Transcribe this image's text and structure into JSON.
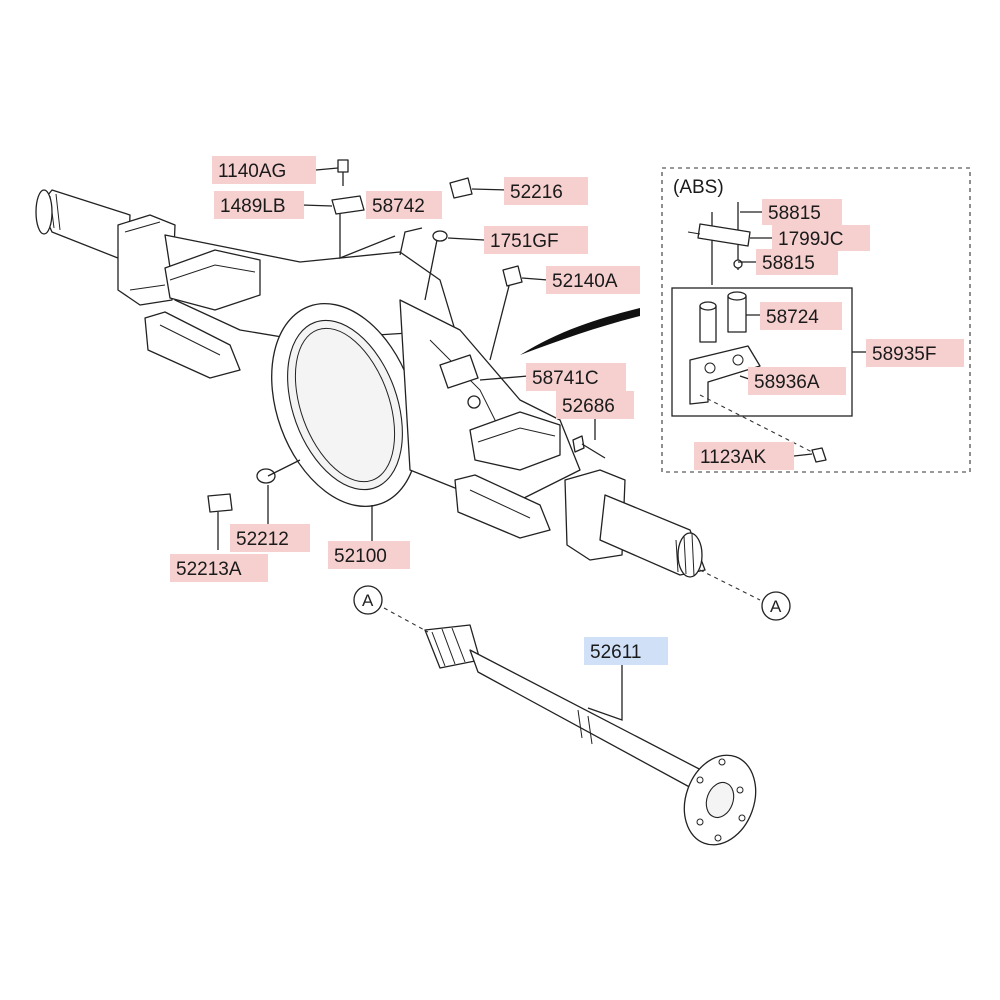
{
  "abs_group_label": "(ABS)",
  "reference_marker": "A",
  "colors": {
    "label_highlight": "#f6cfcf",
    "selected_highlight": "#cfe0f7",
    "line": "#222222"
  },
  "parts": [
    {
      "id": "p1140AG",
      "label": "1140AG"
    },
    {
      "id": "p1489LB",
      "label": "1489LB"
    },
    {
      "id": "p58742",
      "label": "58742"
    },
    {
      "id": "p52216",
      "label": "52216"
    },
    {
      "id": "p1751GF",
      "label": "1751GF"
    },
    {
      "id": "p52140A",
      "label": "52140A"
    },
    {
      "id": "p58741C",
      "label": "58741C"
    },
    {
      "id": "p52686",
      "label": "52686"
    },
    {
      "id": "p52212",
      "label": "52212"
    },
    {
      "id": "p52213A",
      "label": "52213A"
    },
    {
      "id": "p52100",
      "label": "52100"
    },
    {
      "id": "p52611",
      "label": "52611",
      "selected": true
    },
    {
      "id": "p58815a",
      "label": "58815"
    },
    {
      "id": "p1799JC",
      "label": "1799JC"
    },
    {
      "id": "p58815b",
      "label": "58815"
    },
    {
      "id": "p58724",
      "label": "58724"
    },
    {
      "id": "p58935F",
      "label": "58935F"
    },
    {
      "id": "p58936A",
      "label": "58936A"
    },
    {
      "id": "p1123AK",
      "label": "1123AK"
    }
  ]
}
